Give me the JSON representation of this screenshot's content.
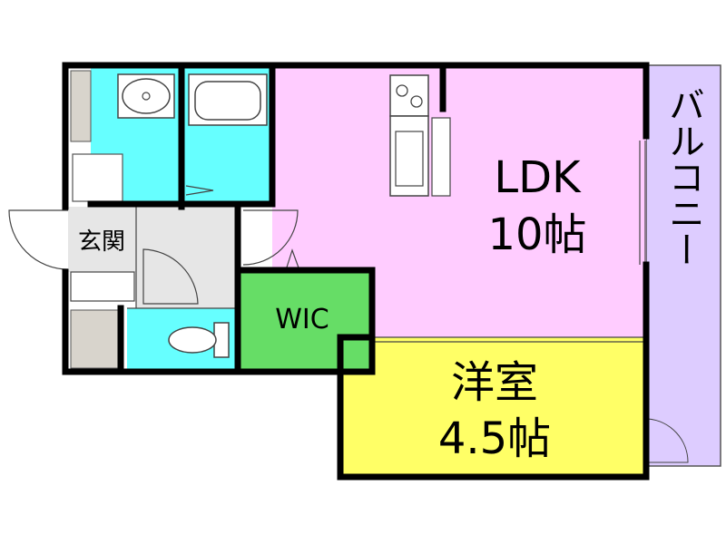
{
  "rooms": {
    "ldk": {
      "name": "LDK",
      "size": "10帖",
      "color": "#ffccff"
    },
    "western": {
      "name": "洋室",
      "size": "4.5帖",
      "color": "#ffff66"
    },
    "wic": {
      "name": "WIC",
      "color": "#66dd66"
    },
    "entrance": {
      "name": "玄関",
      "color": "#e6e6e6"
    },
    "balcony": {
      "name": "バルコニー",
      "color": "#ddccff"
    },
    "wet_areas": {
      "color": "#66ffff"
    },
    "storage": {
      "color": "#d8d4cc"
    }
  },
  "icons": [
    "washbasin-icon",
    "bathtub-icon",
    "washer-pan-icon",
    "stove-icon",
    "sink-icon",
    "toilet-icon",
    "shoe-cabinet-icon"
  ]
}
